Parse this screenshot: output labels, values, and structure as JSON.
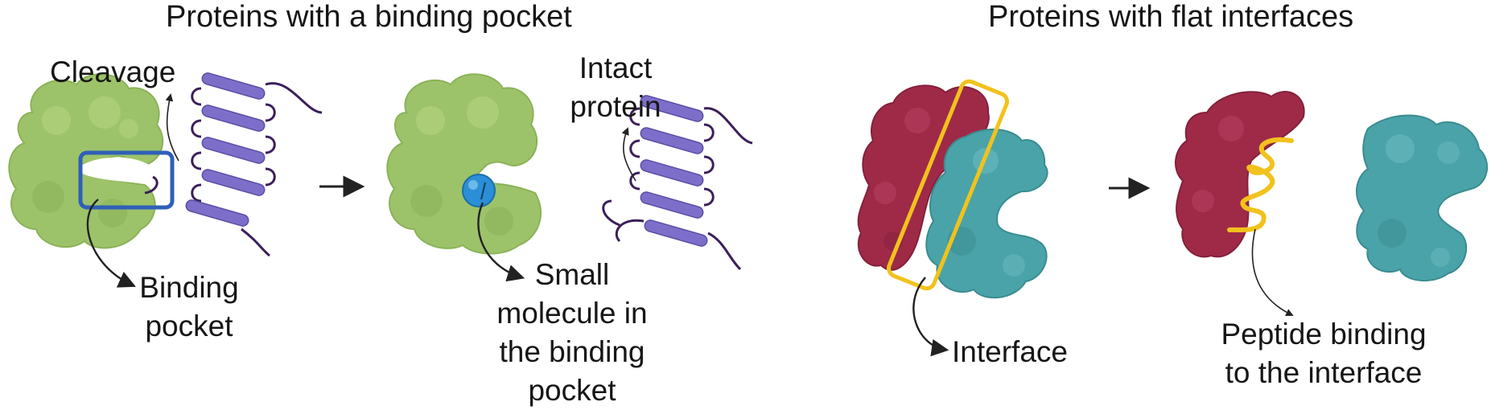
{
  "titles": {
    "left": "Proteins with a binding pocket",
    "right": "Proteins with flat interfaces"
  },
  "labels": {
    "cleavage": "Cleavage",
    "intact_1": "Intact",
    "intact_2": "protein",
    "binding_pocket_1": "Binding",
    "binding_pocket_2": "pocket",
    "small_molecule_1": "Small",
    "small_molecule_2": "molecule in",
    "small_molecule_3": "the binding",
    "small_molecule_4": "pocket",
    "interface": "Interface",
    "peptide_1": "Peptide binding",
    "peptide_2": "to the interface"
  },
  "colors": {
    "pocket_protein": "#9dc36a",
    "pocket_protein_dark": "#7ea84c",
    "substrate_helix": "#7d6fc9",
    "substrate_loop": "#3b1f5a",
    "highlight_box_blue": "#2f5fb8",
    "small_molecule": "#2a8fd6",
    "interface_protein_red": "#9e2a48",
    "interface_protein_teal": "#4aa3a8",
    "interface_box_yellow": "#f2c21c",
    "peptide_yellow": "#f2c21c",
    "arrow": "#222222"
  }
}
